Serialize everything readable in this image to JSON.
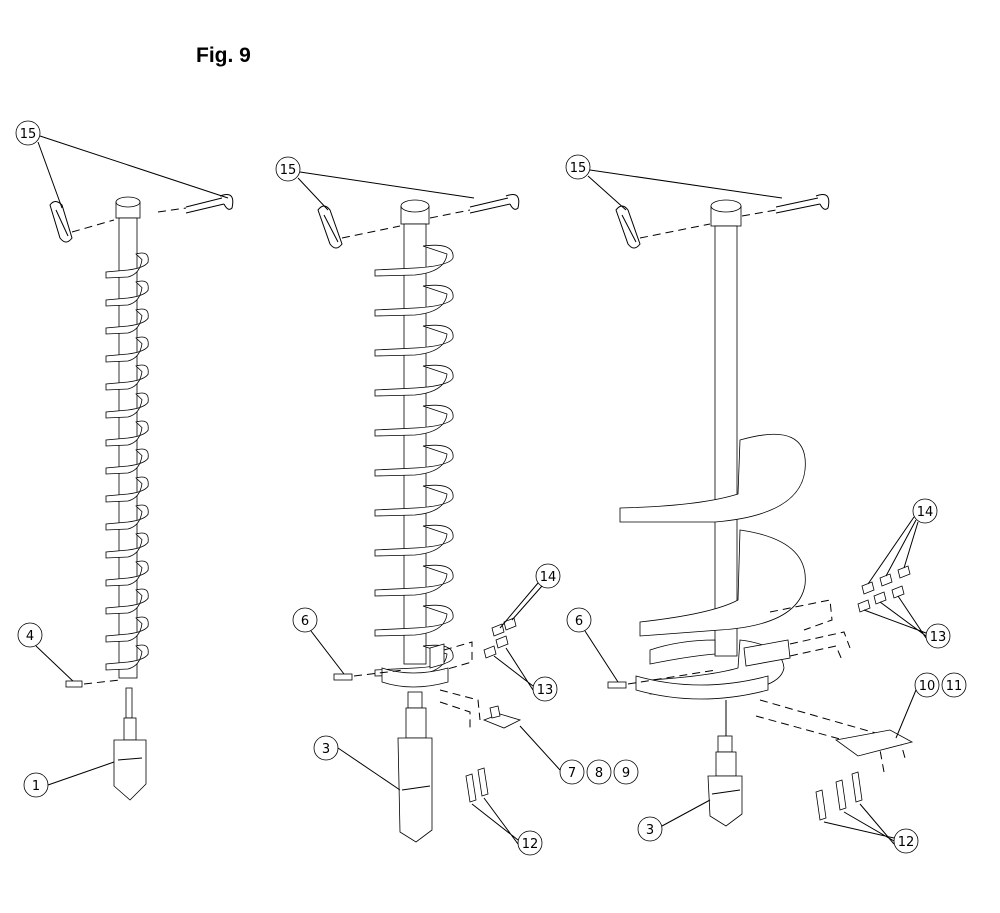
{
  "figure": {
    "title": "Fig. 9"
  },
  "callouts": {
    "a1_15": "15",
    "a1_4": "4",
    "a1_1": "1",
    "a2_15": "15",
    "a2_6": "6",
    "a2_14": "14",
    "a2_13": "13",
    "a2_3": "3",
    "a2_7": "7",
    "a2_8": "8",
    "a2_9": "9",
    "a2_12": "12",
    "a3_15": "15",
    "a3_14": "14",
    "a3_13": "13",
    "a3_6": "6",
    "a3_10": "10",
    "a3_11": "11",
    "a3_3": "3",
    "a3_12": "12"
  }
}
